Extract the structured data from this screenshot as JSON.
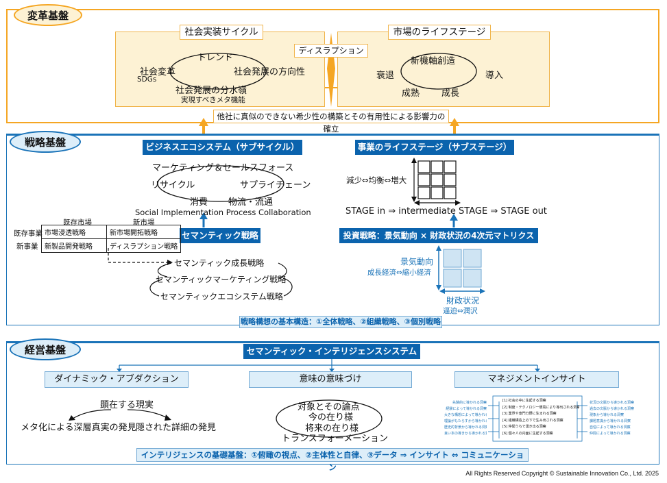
{
  "sections": {
    "henkaku": {
      "label": "変革基盤"
    },
    "senryaku": {
      "label": "戦略基盤"
    },
    "keiei": {
      "label": "経営基盤"
    }
  },
  "henkaku": {
    "social_cycle": {
      "title": "社会実装サイクル",
      "trend": "トレンド",
      "social_change": "社会変革",
      "sdgs": "SDGs",
      "direction": "社会発展の方向性",
      "watershed": "社会発展の分水嶺",
      "meta": "実現すべきメタ機能"
    },
    "disruption": "ディスラプション",
    "market_life": {
      "title": "市場のライフステージ",
      "new_axis": "新機軸創造",
      "decline": "衰退",
      "intro": "導入",
      "maturity": "成熟",
      "growth": "成長"
    },
    "bottom_banner": "他社に真似のできない希少性の構築とその有用性による影響力の確立"
  },
  "senryaku": {
    "eco_title": "ビジネスエコシステム（サブサイクル）",
    "marketing": "マーケティング＆セールスフォース",
    "recycle": "リサイクル",
    "supply": "サプライチェーン",
    "consumption": "消費",
    "logistics": "物流・流通",
    "spc": "Social Implementation Process Collaboration",
    "semantic_strategy": "セマンティック戦略",
    "matrix": {
      "col_existing": "既存市場",
      "col_new": "新市場",
      "row_existing": "既存事業",
      "row_new": "新事業",
      "cells": [
        "市場浸透戦略",
        "新市場開拓戦略",
        "新製品開発戦略",
        "ディスラプション戦略"
      ]
    },
    "growth_strategy": "セマンティック成長戦略",
    "marketing_strategy": "セマンティックマーケティング戦略",
    "ecosystem_strategy": "セマンティックエコシステム戦略",
    "life_title": "事業のライフステージ（サブステージ）",
    "reduce": "減少⇔均衡⇔増大",
    "stage_line": "STAGE in ⇒ intermediate STAGE ⇒ STAGE out",
    "invest": "投資戦略：景気動向 × 財政状況の4次元マトリクス",
    "economy": "景気動向",
    "economy_sub": "成長経済⇔縮小経済",
    "finance": "財政状況",
    "finance_sub": "逼迫⇔潤沢",
    "bottom_banner": "戦略構想の基本構造：①全体戦略、②組織戦略、③個別戦略"
  },
  "keiei": {
    "system": "セマンティック・インテリジェンスシステム",
    "col1": {
      "title": "ダイナミック・アブダクション",
      "manifest": "顕在する現実",
      "meta": "メタ化による深層真実の発見",
      "hidden": "隠された詳細の発見"
    },
    "col2": {
      "title": "意味の意味づけ",
      "target": "対象とその論点",
      "now": "今の在り様",
      "future": "将来の在り様",
      "transform": "トランスフォーメーション"
    },
    "col3": {
      "title": "マネジメントインサイト",
      "center": [
        "[1] 社会の中に生起する洞察",
        "[2] 制度・テクノロジー環境により導出される洞察",
        "[3] 業界や専門分野に生まれる洞察",
        "[4] 組織構造上の下で生み出される洞察",
        "[5] 仲間うちで湧き出る洞察",
        "[6] 個々人の内面に生起する洞察"
      ],
      "left": [
        "先験的に導かれる洞察",
        "経験によって導かれる洞察",
        "大きな構想によって導かれる洞察",
        "理論がもたらすから導かれる洞察",
        "歴史的背景から導かれる洞察",
        "良い本の導きから導かれる洞察"
      ],
      "right": [
        "状況の文脈から導かれる洞察",
        "過去の文脈から導かれる洞察",
        "現象から導かれる洞察",
        "課題意識から導かれる洞察",
        "自信によって導かれる洞察",
        "仲間によって導かれる洞察"
      ]
    },
    "bottom_banner": "インテリジェンスの基礎基盤：①俯瞰の視点、②主体性と自律、③データ ⇒ インサイト ⇔ コミュニケーション"
  },
  "copyright": "All Rights Reserved Copyright © Sustainable Innovation Co., Ltd. 2025",
  "colors": {
    "orange": "#f5a623",
    "blue": "#1a73b8",
    "dark_blue": "#0b63ad",
    "cream": "#fdf2d4"
  }
}
